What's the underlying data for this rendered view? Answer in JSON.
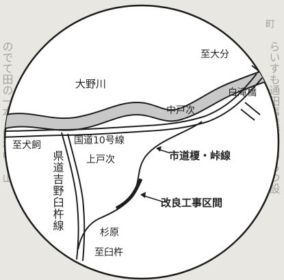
{
  "map": {
    "labels": {
      "to_oita": "至大分",
      "ono_river": "大野川",
      "shiratakibashi": "白滝橋",
      "nakatotsugi": "中戸次",
      "route10": "国道10号線",
      "to_inukai": "至犬飼",
      "kamitotsugi": "上戸次",
      "city_road": "市道榎・峠線",
      "pref_road": "県道吉野臼杵線",
      "improvement": "改良工事区間",
      "sugihara": "杉原",
      "to_usuki": "至臼杵"
    },
    "background_text": {
      "left_col": "のでて田の一本、臼杵中、山",
      "right_col": "らいすも通田事業がまのるつ設",
      "top_right": "町"
    },
    "colors": {
      "paper": "#e9e7e2",
      "ink": "#1c1c1c",
      "river_fill": "#c8c8c8",
      "circle_fill": "#ffffff"
    }
  }
}
